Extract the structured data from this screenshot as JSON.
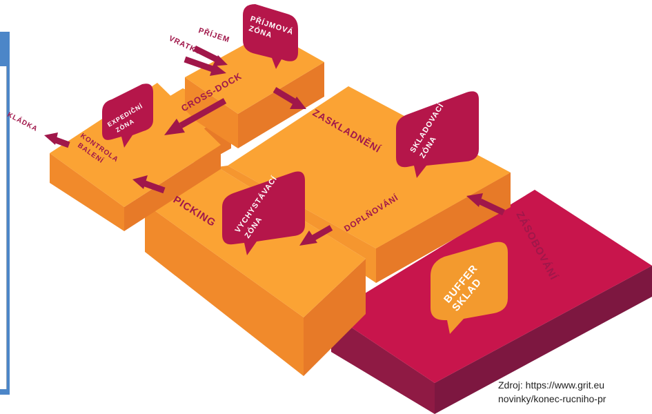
{
  "colors": {
    "orange_top": "#fba334",
    "orange_front": "#f18a2b",
    "orange_side": "#e77a28",
    "magenta_top": "#c8154c",
    "magenta_front": "#8f1a44",
    "magenta_side": "#a61547",
    "bubble": "#b5164a",
    "arrow": "#a0174a",
    "buffer_bubble": "#f39a2e"
  },
  "labels": {
    "prijem": "PŘÍJEM",
    "vratky": "VRATKY",
    "cross_dock": "CROSS-DOCK",
    "zaskladneni": "ZASKLADNĚNÍ",
    "doplnovani": "DOPLŇOVÁNÍ",
    "zasobovani": "ZÁSOBOVÁNÍ",
    "picking": "PICKING",
    "kontrola": "KONTROLA",
    "baleni": "BALENÍ",
    "nakladka": "KLÁDKA"
  },
  "bubbles": {
    "prijmova_1": "PŘÍJMOVÁ",
    "prijmova_2": "ZÓNA",
    "expedicni_1": "EXPEDIČNÍ",
    "expedicni_2": "ZÓNA",
    "skladovaci_1": "SKLADOVACÍ",
    "skladovaci_2": "ZÓNA",
    "vychystavaci_1": "VYCHYSTÁVACÍ",
    "vychystavaci_2": "ZÓNA",
    "buffer_1": "BUFFER",
    "buffer_2": "SKLAD"
  },
  "source": {
    "line1": "Zdroj: https://www.grit.eu",
    "line2": "novinky/konec-rucniho-pr"
  }
}
